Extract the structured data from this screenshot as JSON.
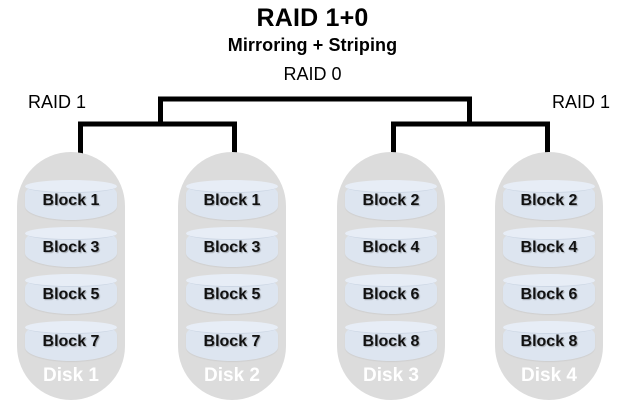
{
  "diagram": {
    "title": "RAID 1+0",
    "subtitle": "Mirroring + Striping",
    "labels": {
      "raid0": "RAID 0",
      "raid1_left": "RAID 1",
      "raid1_right": "RAID 1"
    },
    "colors": {
      "background": "#ffffff",
      "disk_body": "#dcdcdc",
      "block_fill": "#dde5f0",
      "block_cap": "#e7edf6",
      "bracket_line": "#000000",
      "title_text": "#000000",
      "disk_label_text": "#ffffff",
      "block_label_text": "#111111"
    },
    "disks": [
      {
        "name": "Disk 1",
        "blocks": [
          "Block 1",
          "Block 3",
          "Block 5",
          "Block 7"
        ]
      },
      {
        "name": "Disk 2",
        "blocks": [
          "Block 1",
          "Block 3",
          "Block 5",
          "Block 7"
        ]
      },
      {
        "name": "Disk 3",
        "blocks": [
          "Block 2",
          "Block 4",
          "Block 6",
          "Block 8"
        ]
      },
      {
        "name": "Disk 4",
        "blocks": [
          "Block 2",
          "Block 4",
          "Block 6",
          "Block 8"
        ]
      }
    ]
  }
}
